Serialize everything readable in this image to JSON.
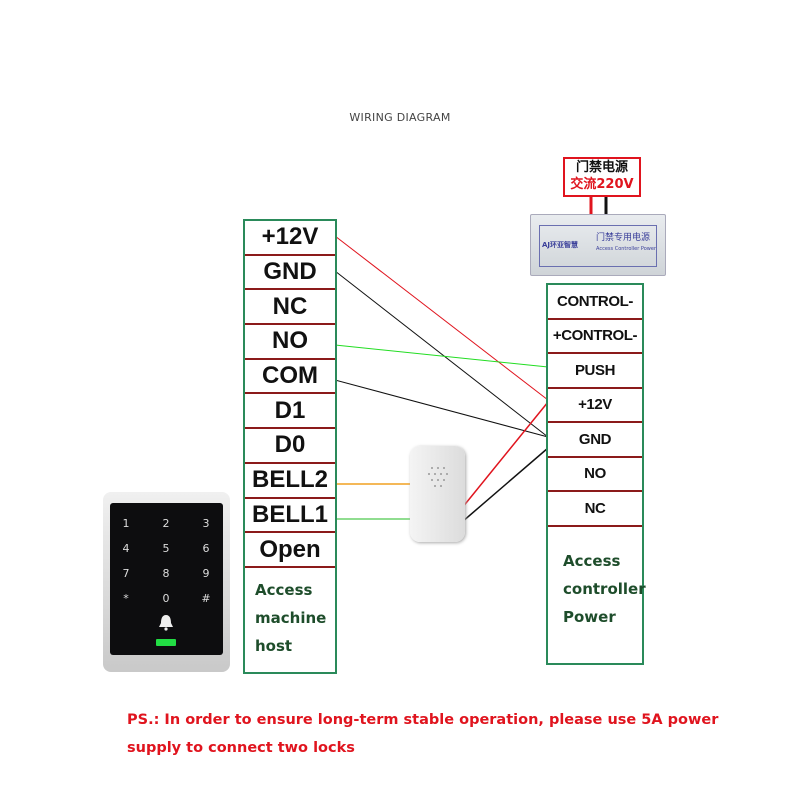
{
  "title": "WIRING DIAGRAM",
  "access_host": {
    "terminals": [
      "+12V",
      "GND",
      "NC",
      "NO",
      "COM",
      "D1",
      "D0",
      "BELL2",
      "BELL1",
      "Open"
    ],
    "label": [
      "Access",
      "machine",
      "host"
    ]
  },
  "controller": {
    "terminals": [
      "CONTROL-",
      "+CONTROL-",
      "PUSH",
      "+12V",
      "GND",
      "NO",
      "NC"
    ],
    "label": [
      "Access",
      "controller",
      "Power"
    ]
  },
  "power_supply": {
    "label_line1": "门禁电源",
    "label_line2": "交流220V",
    "brand": "AJ环亚智慧",
    "name": "门禁专用电源",
    "subtitle": "Access Controller Power"
  },
  "keypad": {
    "keys": [
      "1",
      "2",
      "3",
      "4",
      "5",
      "6",
      "7",
      "8",
      "9",
      "*",
      "0",
      "#"
    ]
  },
  "note": {
    "line1": "PS.: In order to ensure long-term stable operation, please use 5A power",
    "line2": "supply to connect two locks"
  },
  "colors": {
    "red": "#e0141e",
    "green": "#2a8a5a",
    "wire_green": "#22dd22",
    "wire_orange": "#f0a020"
  }
}
